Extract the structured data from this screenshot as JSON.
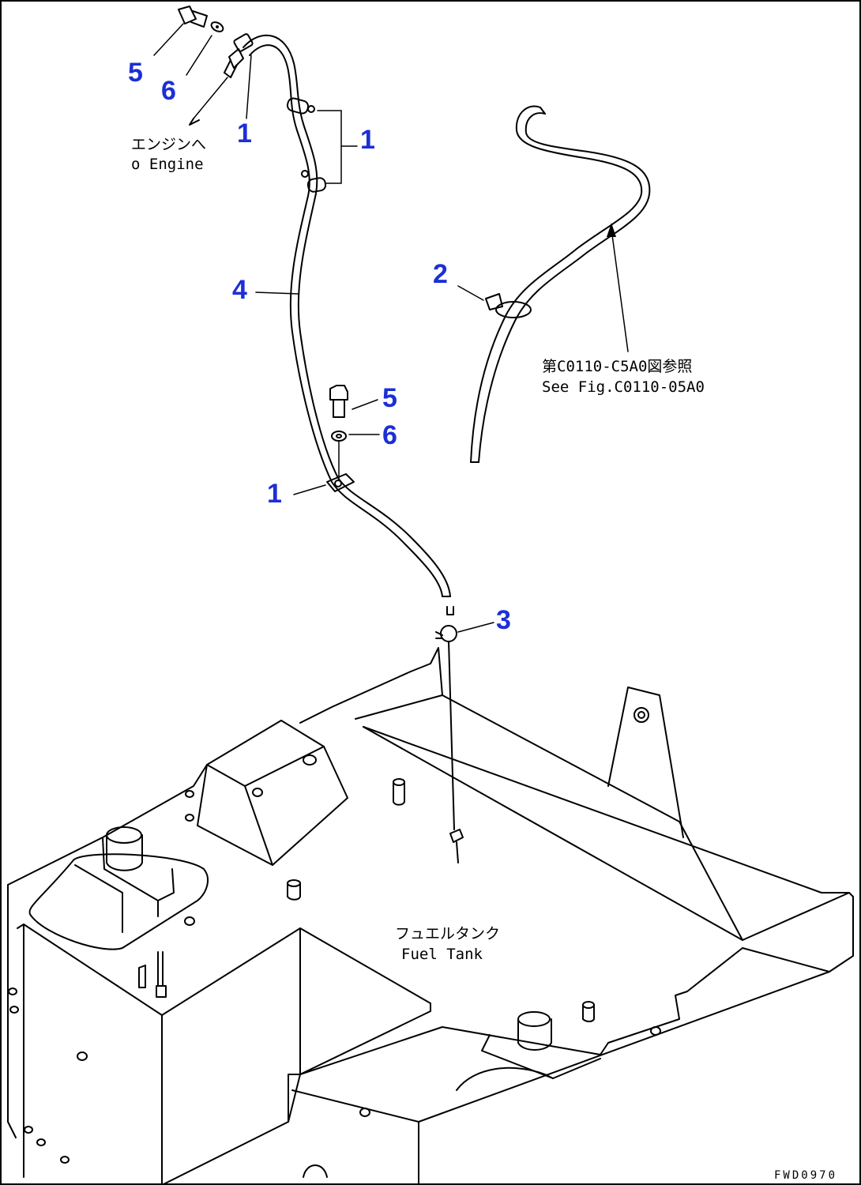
{
  "callouts": {
    "top_bolt": "5",
    "top_washer": "6",
    "top_clamp": "1",
    "upper_clamps": "1",
    "hose": "4",
    "side_clamp": "2",
    "mid_bolt": "5",
    "mid_washer": "6",
    "lower_clamp": "1",
    "connector": "3"
  },
  "notes": {
    "engine_jp": "エンジンへ",
    "engine_en": "o Engine",
    "ref_jp": "第C0110-C5A0図参照",
    "ref_en": "See Fig.C0110-05A0",
    "tank_jp": "フュエルタンク",
    "tank_en": "Fuel Tank"
  },
  "drawing_code": "FWD0970",
  "colors": {
    "callout": "#1c2fd6",
    "line": "#000000",
    "background": "#ffffff"
  }
}
